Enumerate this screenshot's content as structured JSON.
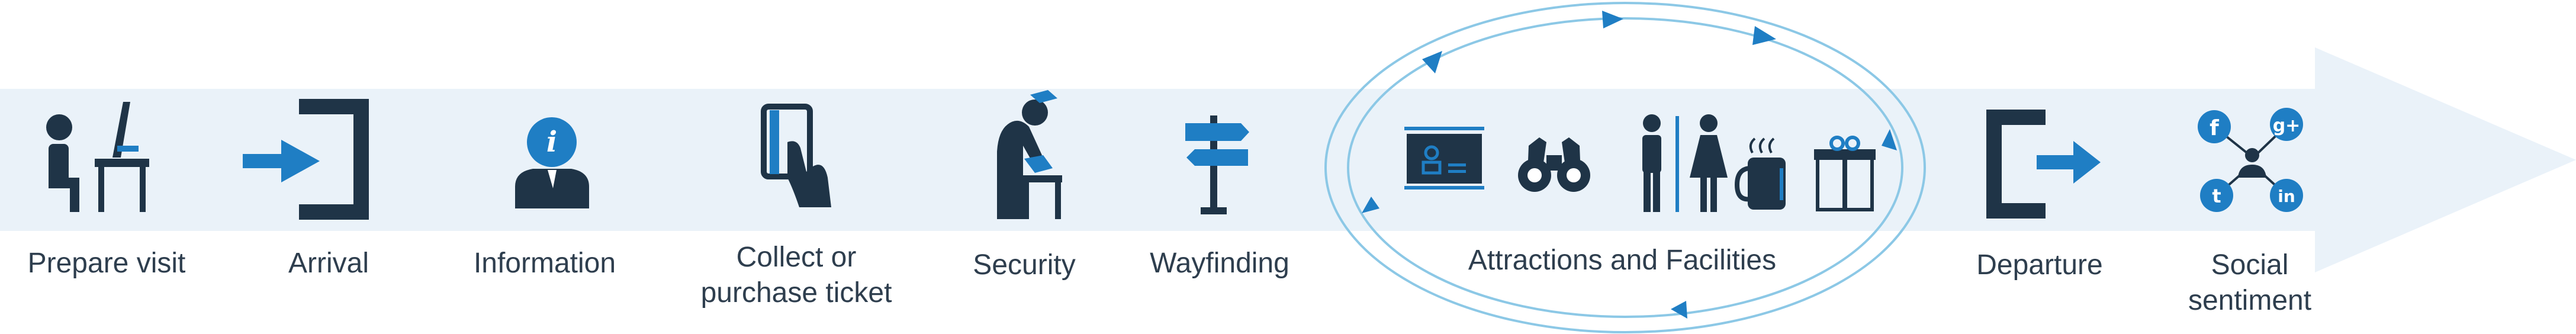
{
  "colors": {
    "navy": "#1f3447",
    "blue": "#1f7ec4",
    "band": "#eaf2f9",
    "ring": "#8cc8e6",
    "text": "#2e3e4e"
  },
  "steps": [
    {
      "lines": [
        "Prepare visit"
      ],
      "icon": "person-at-desk-icon"
    },
    {
      "lines": [
        "Arrival"
      ],
      "icon": "enter-door-icon"
    },
    {
      "lines": [
        "Information"
      ],
      "icon": "information-person-icon"
    },
    {
      "lines": [
        "Collect or",
        "purchase ticket"
      ],
      "icon": "hand-holding-card-icon"
    },
    {
      "lines": [
        "Security"
      ],
      "icon": "security-guard-icon"
    },
    {
      "lines": [
        "Wayfinding"
      ],
      "icon": "signpost-icon"
    },
    {
      "lines": [
        "Attractions and Facilities"
      ],
      "icon": "attractions-group-icon"
    },
    {
      "lines": [
        "Departure"
      ],
      "icon": "exit-door-icon"
    },
    {
      "lines": [
        "Social",
        "sentiment"
      ],
      "icon": "social-network-icon"
    }
  ],
  "social": {
    "facebook": "f",
    "googleplus": "g+",
    "twitter": "t",
    "linkedin": "in"
  },
  "info_glyph": "i"
}
